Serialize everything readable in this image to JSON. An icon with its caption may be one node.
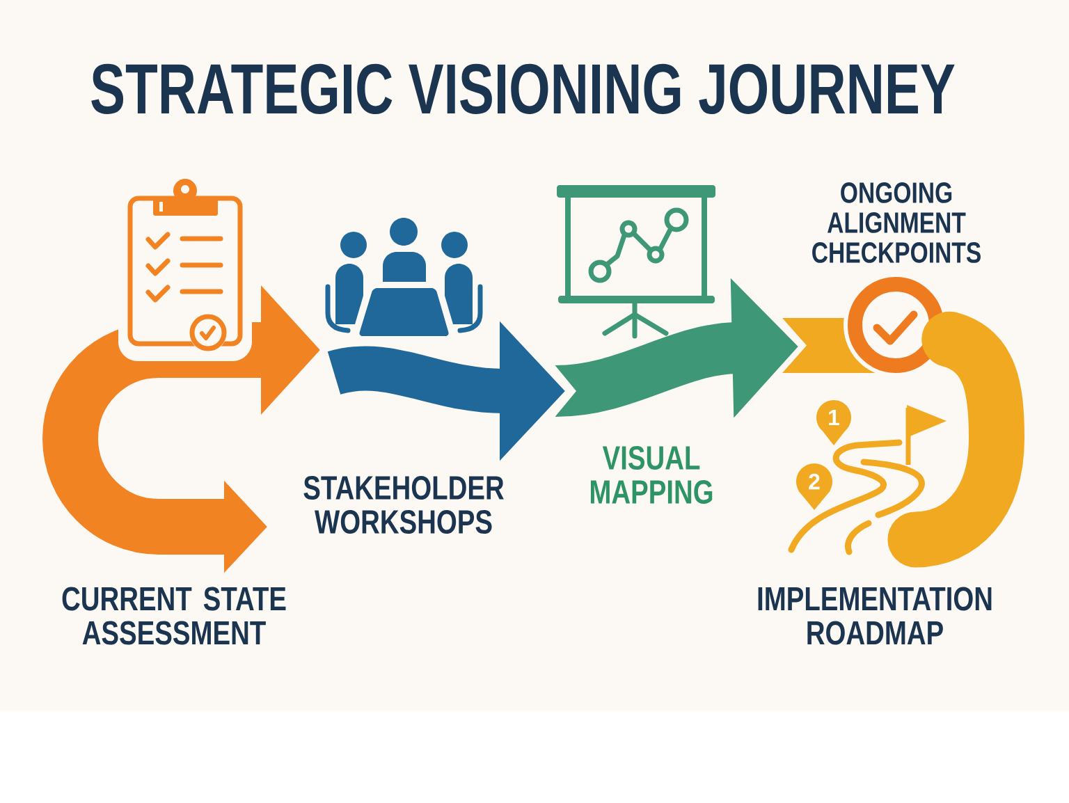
{
  "diagram": {
    "title": "STRATEGIC VISIONING JOURNEY",
    "nodes": [
      {
        "text": [],
        "shape": "picture"
      },
      {
        "text": [],
        "shape": "picture"
      },
      {
        "text": [],
        "shape": "picture",
        "beside": [
          "VISUAL MAPPING"
        ]
      },
      {
        "text": [],
        "shape": "picture",
        "beside": [
          "ONGOING ALIGNMENT CHECKPOINTS"
        ]
      },
      {
        "text": [],
        "shape": "picture",
        "beside": [
          "IMPLEMENTATION ROADMAP"
        ]
      }
    ],
    "edges": [
      {
        "from": 3,
        "to": 4,
        "arrow": "none",
        "color": "#f2a922"
      }
    ],
    "labels": [
      "1",
      "STAKEHOLDER WORKSHOPS",
      "2",
      "CURRENT STATE ASSESSMENT"
    ]
  }
}
